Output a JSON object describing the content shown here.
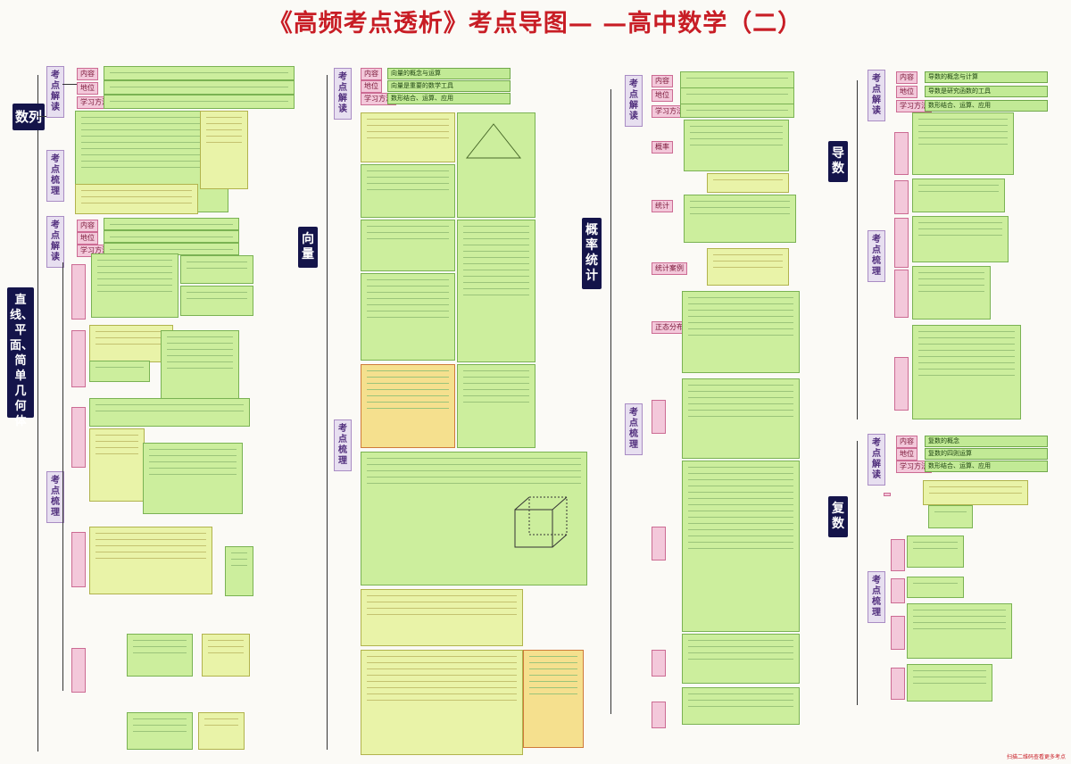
{
  "title": "《高频考点透析》考点导图— —高中数学（二）",
  "topics": {
    "sequence": "数列",
    "geometry": "直线、平面、简单几何体",
    "vector": "向量",
    "probability": "概率统计",
    "derivative": "导数",
    "complex": "复数"
  },
  "sections": {
    "kaodian_jiedu": "考点解读",
    "kaodian_shuli": "考点梳理"
  },
  "interp_labels": {
    "l1": "内容",
    "l2": "地位",
    "l3": "学习方法"
  },
  "vector_interp": {
    "c1": "向量的概念与运算",
    "c2": "向量是重要的数学工具",
    "c3": "数形结合、运算、应用"
  },
  "derivative_interp": {
    "c1": "导数的概念与计算",
    "c2": "导数是研究函数的工具",
    "c3": "数形结合、运算、应用"
  },
  "complex_interp": {
    "c1": "复数的概念",
    "c2": "复数的四则运算",
    "c3": "数形结合、运算、应用"
  },
  "prob_parts": {
    "p1": "概率",
    "p2": "统计",
    "p3": "统计案例",
    "p4": "正态分布"
  },
  "footer": "扫描二维码查看更多考点"
}
